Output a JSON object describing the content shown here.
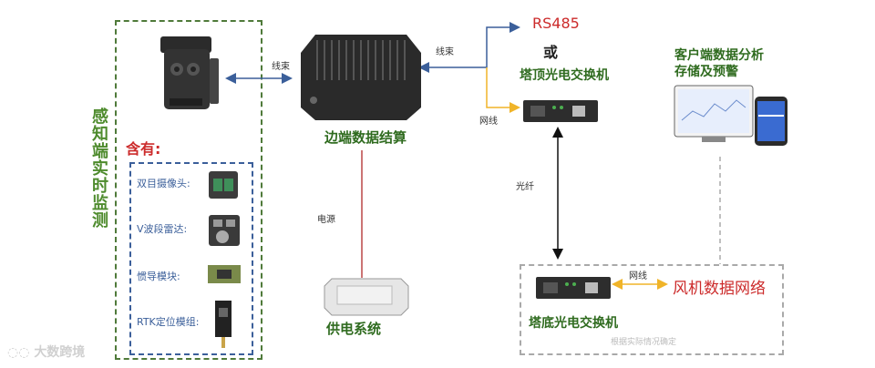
{
  "sensing": {
    "title": "感知端实时监测",
    "contains_label": "含有:",
    "components": [
      "双目摄像头:",
      "V波段雷达:",
      "惯导模块:",
      "RTK定位模组:"
    ]
  },
  "labels": {
    "edge": "边端数据结算",
    "power": "供电系统",
    "top_switch": "塔顶光电交换机",
    "bottom_switch": "塔底光电交换机",
    "or": "或",
    "rs485": "RS485",
    "client": "客户端数据分析存储及预警",
    "wind_net": "风机数据网络",
    "note": "根据实际情况确定"
  },
  "links": {
    "cable_left": "线束",
    "cable_right": "线束",
    "power_line": "电源",
    "network_top": "网线",
    "fiber": "光纤",
    "network_bottom": "网线"
  },
  "watermark": "大数跨境",
  "colors": {
    "green": "#4e8b2d",
    "blue": "#3b5f9a",
    "red": "#cc2b2b",
    "yellow": "#f0b429"
  }
}
